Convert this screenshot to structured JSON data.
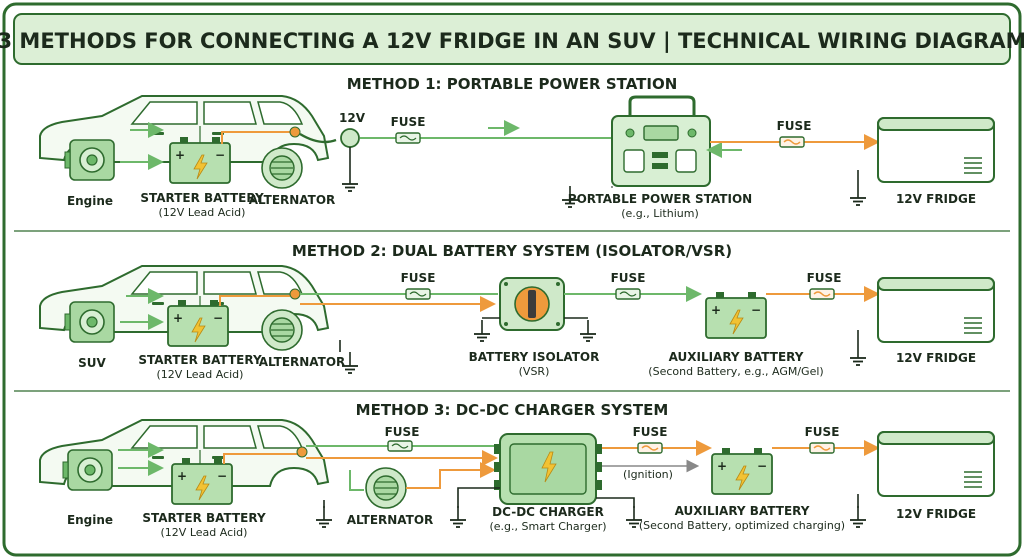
{
  "title": "3 METHODS FOR CONNECTING A 12V FRIDGE IN AN SUV | TECHNICAL WIRING DIAGRAM",
  "colors": {
    "accent_green": "#6db86a",
    "wire_orange": "#ee9a3c",
    "panel_bg": "#f5fbf3",
    "border": "#2e6b2e",
    "header_bg": "#dcefd6"
  },
  "method1": {
    "heading": "METHOD 1: PORTABLE POWER STATION",
    "engine": "Engine",
    "starter_battery": "STARTER BATTERY",
    "starter_battery_sub": "(12V Lead Acid)",
    "alternator": "ALTERNATOR",
    "voltage": "12V",
    "fuse1": "FUSE",
    "power_station": "PORTABLE POWER STATION",
    "power_station_sub": "(e.g., Lithium)",
    "fuse2": "FUSE",
    "fridge": "12V FRIDGE"
  },
  "method2": {
    "heading": "METHOD 2: DUAL BATTERY SYSTEM (ISOLATOR/VSR)",
    "suv": "SUV",
    "starter_battery": "STARTER BATTERY",
    "starter_battery_sub": "(12V Lead Acid)",
    "alternator": "ALTERNATOR",
    "fuse1": "FUSE",
    "isolator": "BATTERY ISOLATOR",
    "isolator_sub": "(VSR)",
    "fuse2": "FUSE",
    "aux_battery": "AUXILIARY BATTERY",
    "aux_battery_sub": "(Second Battery, e.g., AGM/Gel)",
    "fuse3": "FUSE",
    "fridge": "12V FRIDGE"
  },
  "method3": {
    "heading": "METHOD 3: DC-DC CHARGER SYSTEM",
    "engine": "Engine",
    "starter_battery": "STARTER BATTERY",
    "starter_battery_sub": "(12V Lead Acid)",
    "alternator": "ALTERNATOR",
    "fuse1": "FUSE",
    "charger": "DC-DC CHARGER",
    "charger_sub": "(e.g., Smart Charger)",
    "ignition": "(Ignition)",
    "fuse2": "FUSE",
    "aux_battery": "AUXILIARY BATTERY",
    "aux_battery_sub": "(Second Battery, optimized charging)",
    "fuse3": "FUSE",
    "fridge": "12V FRIDGE"
  }
}
